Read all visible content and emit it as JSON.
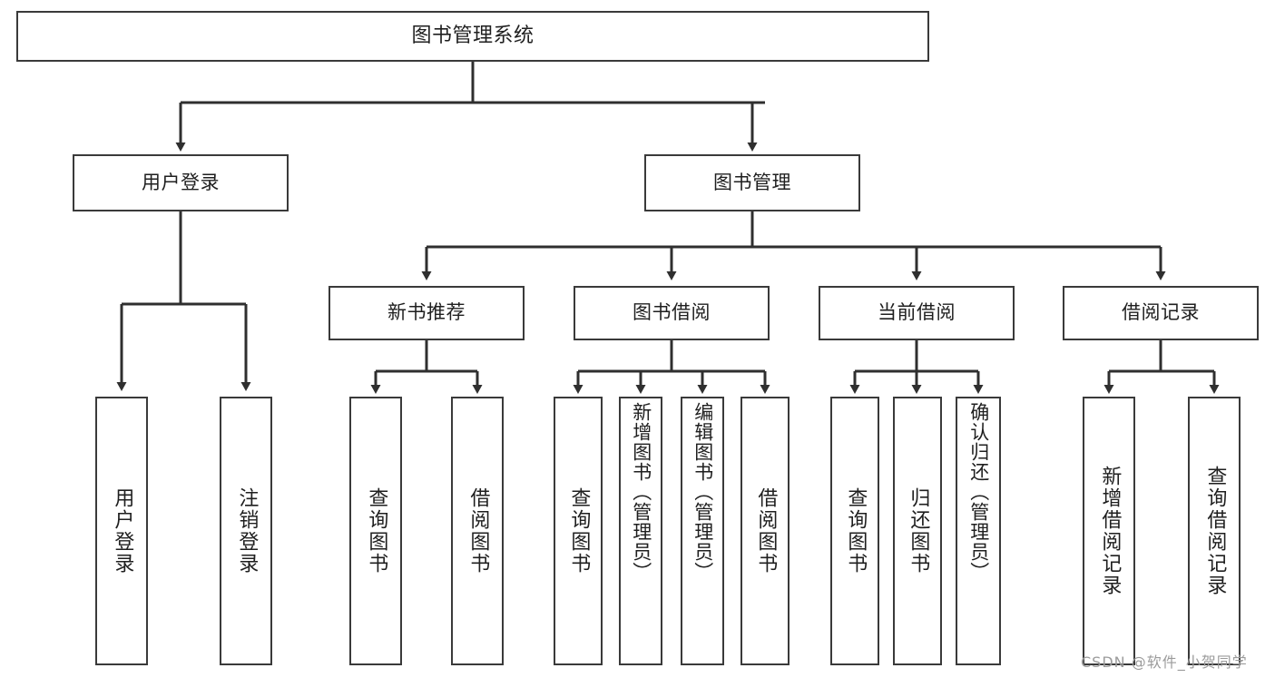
{
  "diagram": {
    "title": "图书管理系统",
    "watermark": "CSDN @软件_小贺同学",
    "colors": {
      "box_border": "#3a3a3a",
      "edge": "#2f2f2f",
      "background": "#ffffff",
      "text": "#1f1f1f",
      "watermark": "#9b9b9b"
    },
    "nodes": {
      "root": "图书管理系统",
      "user_login": "用户登录",
      "book_manage": "图书管理",
      "new_book_rec": "新书推荐",
      "book_borrow": "图书借阅",
      "current_borrow": "当前借阅",
      "borrow_record": "借阅记录",
      "leaf_user_login": "用户登录",
      "leaf_logout": "注销登录",
      "leaf_query_book_1": "查询图书",
      "leaf_borrow_book_1": "借阅图书",
      "leaf_query_book_2": "查询图书",
      "leaf_add_book_admin": "新增图书（管理员）",
      "leaf_edit_book_admin": "编辑图书（管理员）",
      "leaf_borrow_book_2": "借阅图书",
      "leaf_query_book_3": "查询图书",
      "leaf_return_book": "归还图书",
      "leaf_confirm_return_admin": "确认归还（管理员）",
      "leaf_add_record": "新增借阅记录",
      "leaf_query_record": "查询借阅记录"
    }
  }
}
